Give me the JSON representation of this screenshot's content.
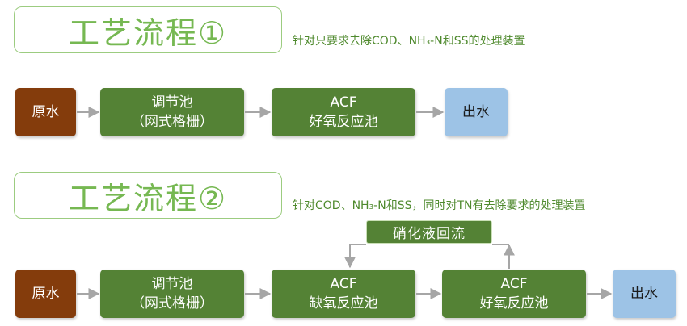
{
  "process1": {
    "title": "工艺流程①",
    "note": "针对只要求去除COD、NH₃-N和SS的处理装置",
    "nodes": [
      {
        "lines": [
          "原水"
        ]
      },
      {
        "lines": [
          "调节池",
          "（网式格栅）"
        ]
      },
      {
        "lines": [
          "ACF",
          "好氧反应池"
        ]
      },
      {
        "lines": [
          "出水"
        ]
      }
    ]
  },
  "process2": {
    "title": "工艺流程②",
    "note": "针对COD、NH₃-N和SS，同时对TN有去除要求的处理装置",
    "recycle_label": "硝化液回流",
    "nodes": [
      {
        "lines": [
          "原水"
        ]
      },
      {
        "lines": [
          "调节池",
          "（网式格栅）"
        ]
      },
      {
        "lines": [
          "ACF",
          "缺氧反应池"
        ]
      },
      {
        "lines": [
          "ACF",
          "好氧反应池"
        ]
      },
      {
        "lines": [
          "出水"
        ]
      }
    ]
  },
  "colors": {
    "raw_water": "#843c0c",
    "process_green": "#548235",
    "outlet_blue": "#9dc3e6",
    "title_green": "#76b852",
    "arrow_gray": "#a6a6a6"
  }
}
